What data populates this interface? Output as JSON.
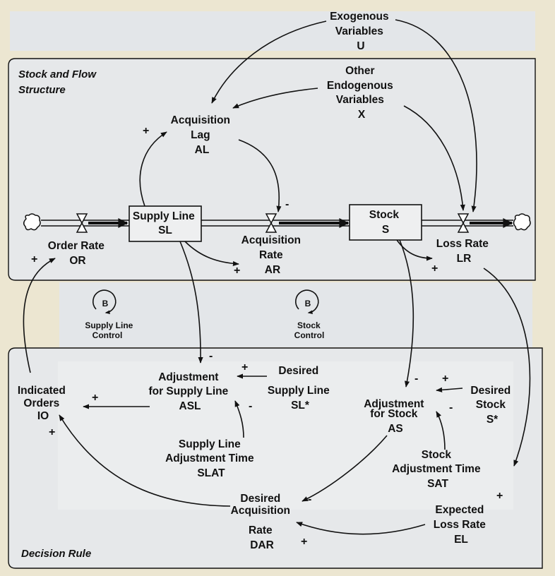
{
  "sections": {
    "stock_flow": [
      "Stock and Flow",
      "Structure"
    ],
    "decision_rule": "Decision Rule"
  },
  "nodes": {
    "exogenous": [
      "Exogenous",
      "Variables",
      "U"
    ],
    "endogenous": [
      "Other",
      "Endogenous",
      "Variables",
      "X"
    ],
    "acq_lag": [
      "Acquisition",
      "Lag",
      "AL"
    ],
    "supply_line": [
      "Supply Line",
      "SL"
    ],
    "stock": [
      "Stock",
      "S"
    ],
    "order_rate": [
      "Order Rate",
      "OR"
    ],
    "acq_rate": [
      "Acquisition",
      "Rate",
      "AR"
    ],
    "loss_rate": [
      "Loss Rate",
      "LR"
    ],
    "indicated_orders": [
      "Indicated",
      "Orders",
      "IO"
    ],
    "adj_supply": [
      "Adjustment",
      "for Supply Line",
      "ASL"
    ],
    "desired_supply": [
      "Desired",
      "Supply Line",
      "SL*"
    ],
    "slat": [
      "Supply Line",
      "Adjustment Time",
      "SLAT"
    ],
    "adj_stock": [
      "Adjustment",
      "for Stock",
      "AS"
    ],
    "desired_stock": [
      "Desired",
      "Stock",
      "S*"
    ],
    "sat": [
      "Stock",
      "Adjustment Time",
      "SAT"
    ],
    "dar": [
      "Desired",
      "Acquisition",
      "Rate",
      "DAR"
    ],
    "expected_loss": [
      "Expected",
      "Loss Rate",
      "EL"
    ]
  },
  "loops": {
    "supply_line": {
      "letter": "B",
      "label": [
        "Supply Line",
        "Control"
      ]
    },
    "stock": {
      "letter": "B",
      "label": [
        "Stock",
        "Control"
      ]
    }
  },
  "polarity": {
    "plus": "+",
    "minus": "-"
  }
}
